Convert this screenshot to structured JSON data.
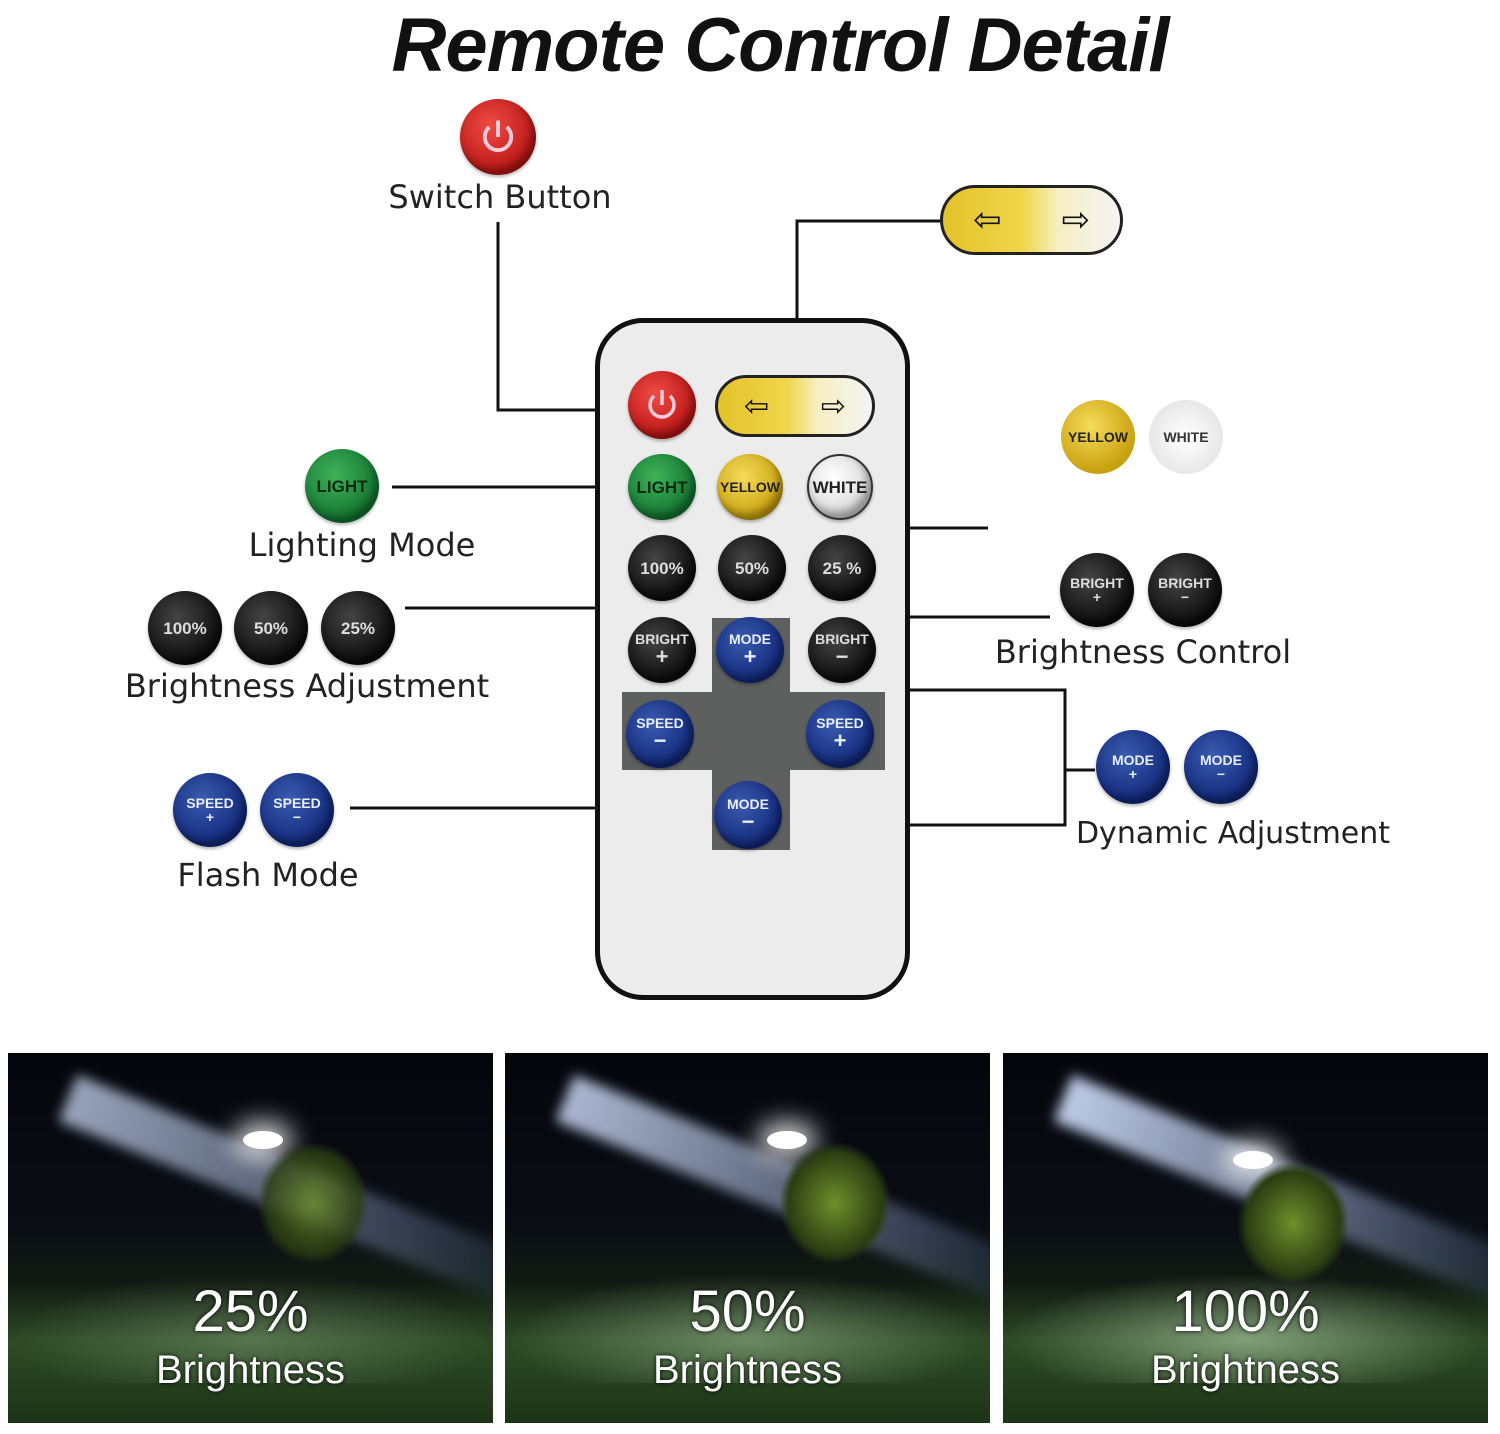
{
  "title": "Remote Control Detail",
  "callouts": {
    "switch_button": "Switch Button",
    "lighting_mode": "Lighting Mode",
    "brightness_adjustment": "Brightness Adjustment",
    "flash_mode": "Flash Mode",
    "brightness_control": "Brightness Control",
    "dynamic_adjustment": "Dynamic Adjustment"
  },
  "buttons": {
    "light": "LIGHT",
    "yellow": "YELLOW",
    "white": "WHITE",
    "p100": "100%",
    "p50": "50%",
    "p25": "25 %",
    "p100b": "100%",
    "p50b": "50%",
    "p25b": "25%",
    "bright": "BRIGHT",
    "mode": "MODE",
    "speed": "SPEED",
    "plus": "+",
    "minus": "−",
    "arrow_left": "⇦",
    "arrow_right": "⇨"
  },
  "photos": [
    {
      "value": "25%",
      "label": "Brightness"
    },
    {
      "value": "50%",
      "label": "Brightness"
    },
    {
      "value": "100%",
      "label": "Brightness"
    }
  ],
  "colors": {
    "power": "#c8201d",
    "light": "#1e8a3a",
    "yellow": "#e3c22a",
    "mode": "#1b3485",
    "bright": "#111111"
  }
}
